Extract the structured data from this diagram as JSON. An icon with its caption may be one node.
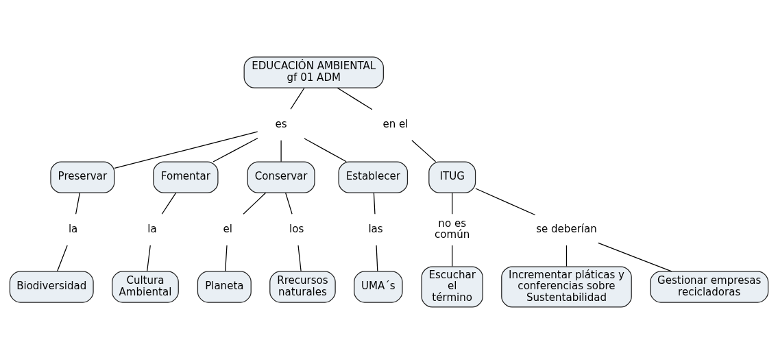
{
  "diagram": {
    "nodes": [
      {
        "text": [
          "EDUCACIÓN AMBIENTAL gf 01 ADM"
        ]
      },
      {
        "text": [
          "es"
        ]
      },
      {
        "text": [
          "en el"
        ]
      },
      {
        "text": [
          "ITUG"
        ]
      },
      {
        "text": [
          "Preservar"
        ]
      },
      {
        "text": [
          "Fomentar"
        ]
      },
      {
        "text": [
          "Conservar"
        ]
      },
      {
        "text": [
          "no es común"
        ]
      },
      {
        "text": [
          "se deberían"
        ]
      },
      {
        "text": [
          "Establecer"
        ]
      },
      {
        "text": [
          "el"
        ]
      },
      {
        "text": [
          "los"
        ]
      },
      {
        "text": [
          "la"
        ]
      },
      {
        "text": [
          "Escuchar el término"
        ]
      },
      {
        "text": [
          "la"
        ]
      },
      {
        "text": [
          "las"
        ]
      },
      {
        "text": [
          "Incrementar pláticas y conferencias sobre Sustentabilidad"
        ]
      },
      {
        "text": [
          "Biodiversidad"
        ]
      },
      {
        "text": [
          "Cultura Ambiental"
        ]
      },
      {
        "text": [
          "UMA´s"
        ]
      },
      {
        "text": [
          "Planeta"
        ]
      },
      {
        "text": [
          "Rrecursos naturales"
        ]
      },
      {
        "text": [
          "Gestionar empresas recicladoras"
        ]
      }
    ],
    "edges": [
      {
        "from": 0,
        "to": 1,
        "arrow": "none"
      },
      {
        "from": 0,
        "to": 2,
        "arrow": "none"
      },
      {
        "from": 2,
        "to": 3,
        "arrow": "none"
      },
      {
        "from": 1,
        "to": 5,
        "arrow": "none"
      },
      {
        "from": 1,
        "to": 9,
        "arrow": "none"
      },
      {
        "from": 1,
        "to": 6,
        "arrow": "none"
      },
      {
        "from": 1,
        "to": 4,
        "arrow": "none"
      },
      {
        "from": 3,
        "to": 7,
        "arrow": "none"
      },
      {
        "from": 3,
        "to": 8,
        "arrow": "none"
      },
      {
        "from": 5,
        "to": 14,
        "arrow": "none"
      },
      {
        "from": 14,
        "to": 18,
        "arrow": "none"
      },
      {
        "from": 9,
        "to": 15,
        "arrow": "none"
      },
      {
        "from": 15,
        "to": 19,
        "arrow": "none"
      },
      {
        "from": 6,
        "to": 10,
        "arrow": "none"
      },
      {
        "from": 10,
        "to": 20,
        "arrow": "none"
      },
      {
        "from": 6,
        "to": 11,
        "arrow": "none"
      },
      {
        "from": 11,
        "to": 21,
        "arrow": "none"
      },
      {
        "from": 4,
        "to": 12,
        "arrow": "none"
      },
      {
        "from": 12,
        "to": 17,
        "arrow": "none"
      },
      {
        "from": 7,
        "to": 13,
        "arrow": "none"
      },
      {
        "from": 8,
        "to": 22,
        "arrow": "none"
      },
      {
        "from": 8,
        "to": 16,
        "arrow": "none"
      }
    ]
  }
}
